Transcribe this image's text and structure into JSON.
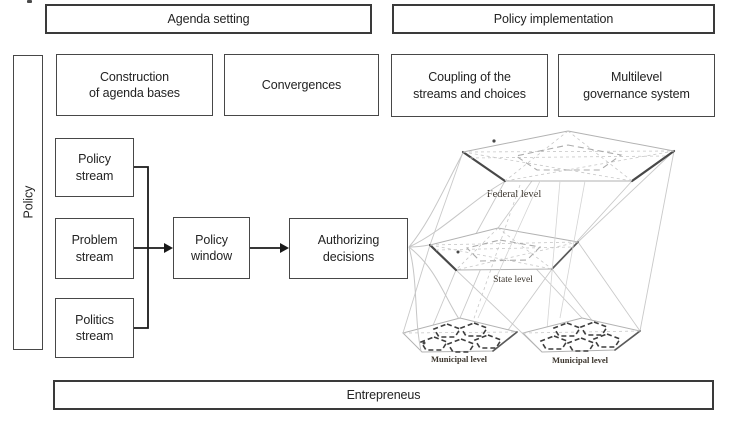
{
  "top_banners": [
    {
      "label": "Agenda setting"
    },
    {
      "label": "Policy implementation"
    }
  ],
  "phase_boxes": [
    {
      "label": "Construction\nof agenda bases"
    },
    {
      "label": "Convergences"
    },
    {
      "label": "Coupling of the\nstreams and choices"
    },
    {
      "label": "Multilevel\ngovernance system"
    }
  ],
  "sidebar": {
    "label": "Policy"
  },
  "stream_boxes": [
    {
      "label": "Policy\nstream"
    },
    {
      "label": "Problem\nstream"
    },
    {
      "label": "Politics\nstream"
    }
  ],
  "flow_boxes": [
    {
      "label": "Policy\nwindow"
    },
    {
      "label": "Authorizing\ndecisions"
    }
  ],
  "bottom_banner": {
    "label": "Entrepreneus"
  },
  "governance": {
    "levels": [
      {
        "label": "Federal level"
      },
      {
        "label": "State level"
      },
      {
        "label": "Municipal level"
      },
      {
        "label": "Municipal level"
      }
    ]
  },
  "colors": {
    "box_border": "#474747",
    "banner_border": "#3a3a3a",
    "text_color": "#232323",
    "connector": "#1a1a1a",
    "diagram_line": "#c9c9c9",
    "diagram_bold": "#484848",
    "diagram_text": "#3b352d"
  }
}
